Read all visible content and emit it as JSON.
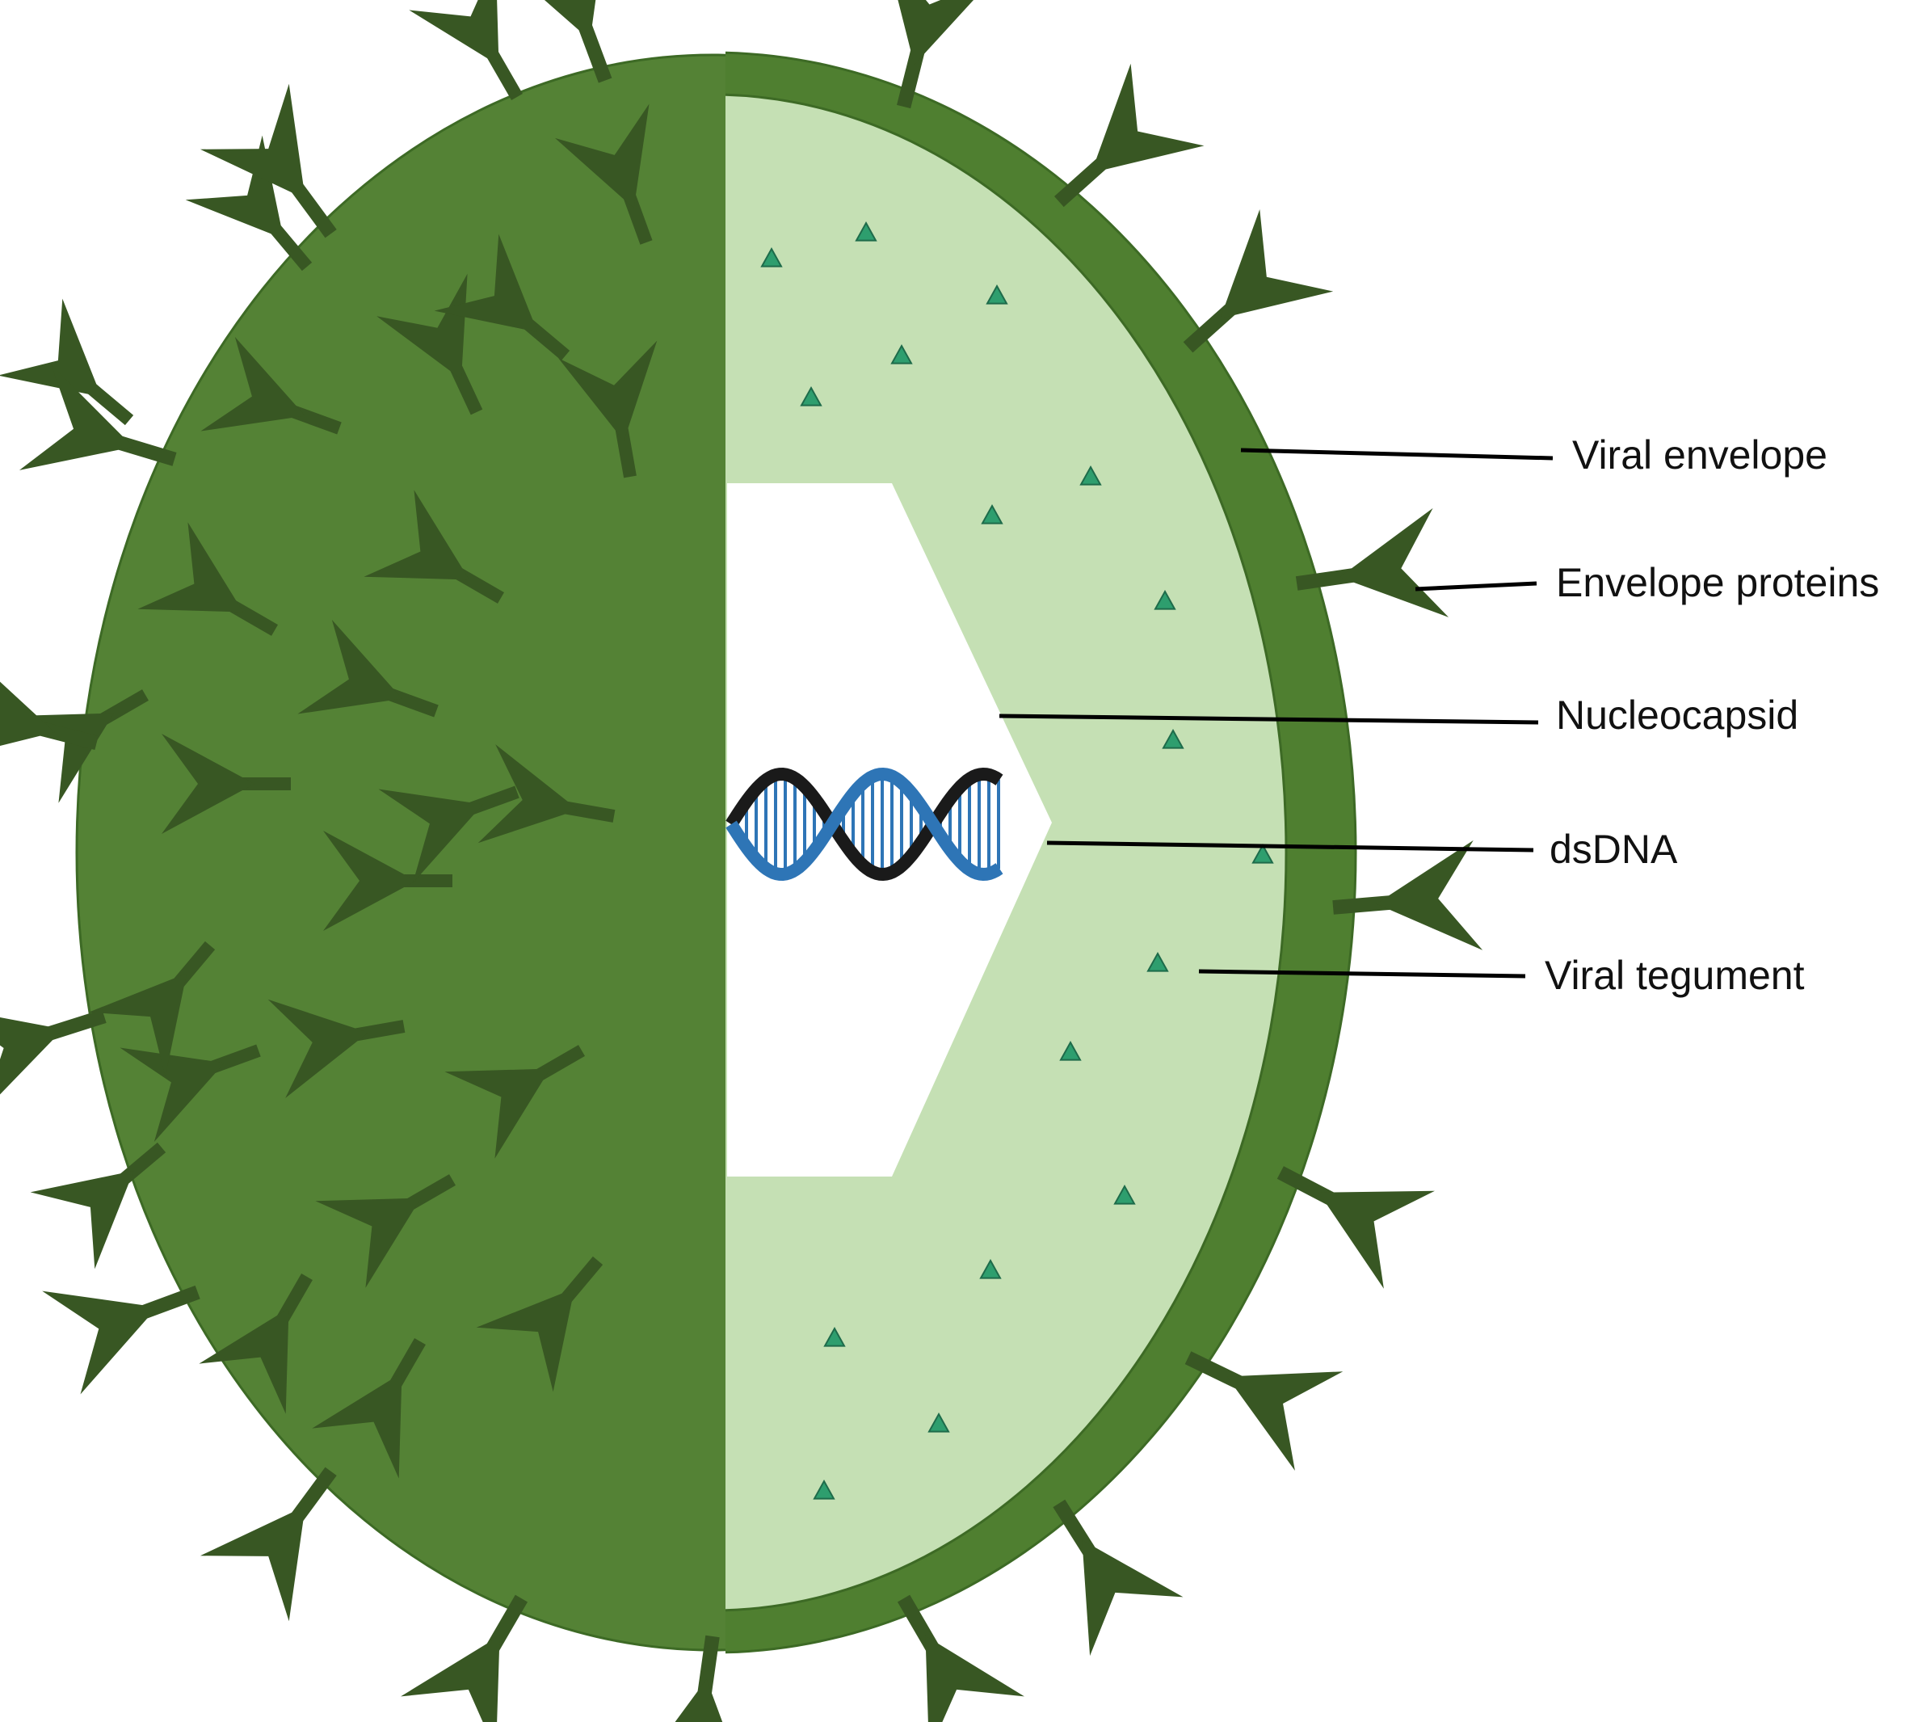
{
  "colors": {
    "background": "#ffffff",
    "envelope_dark": "#548235",
    "envelope_rim": "#4f7f30",
    "tegument_light": "#c5e0b4",
    "protein_dark": "#385723",
    "tegument_particle": "#2e9e6e",
    "dna_blue": "#2e75b6",
    "dna_black": "#1a1a1a",
    "leader_line": "#000000"
  },
  "labels": {
    "viral_envelope": "Viral envelope",
    "envelope_proteins": "Envelope proteins",
    "nucleocapsid": "Nucleocapsid",
    "dsdna": "dsDNA",
    "viral_tegument": "Viral tegument"
  },
  "icons": {
    "glycoprotein": "y-shaped-spike-icon",
    "dna": "double-helix-icon",
    "tegument_protein": "small-triangle-icon"
  }
}
